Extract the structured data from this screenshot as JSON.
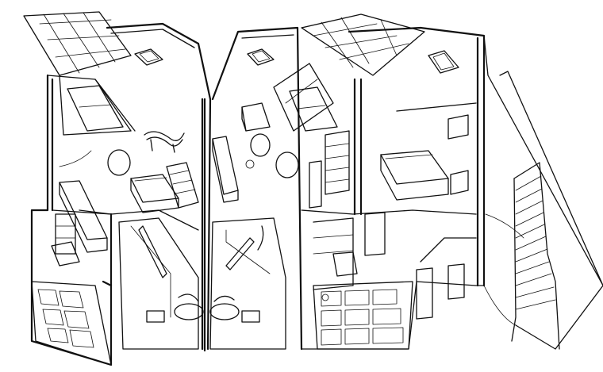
{
  "drawing": {
    "style": "monochrome isometric line drawing",
    "stroke_color": "#111111",
    "background_color": "#ffffff",
    "units": [
      {
        "name": "left-dwelling-unit"
      },
      {
        "name": "right-dwelling-unit"
      }
    ],
    "features": [
      "glazed-roof",
      "roof-skylight",
      "lounge-chair",
      "round-table",
      "bed",
      "bookshelf",
      "kitchen-counter",
      "bathtub",
      "staircase",
      "door-swing"
    ]
  }
}
